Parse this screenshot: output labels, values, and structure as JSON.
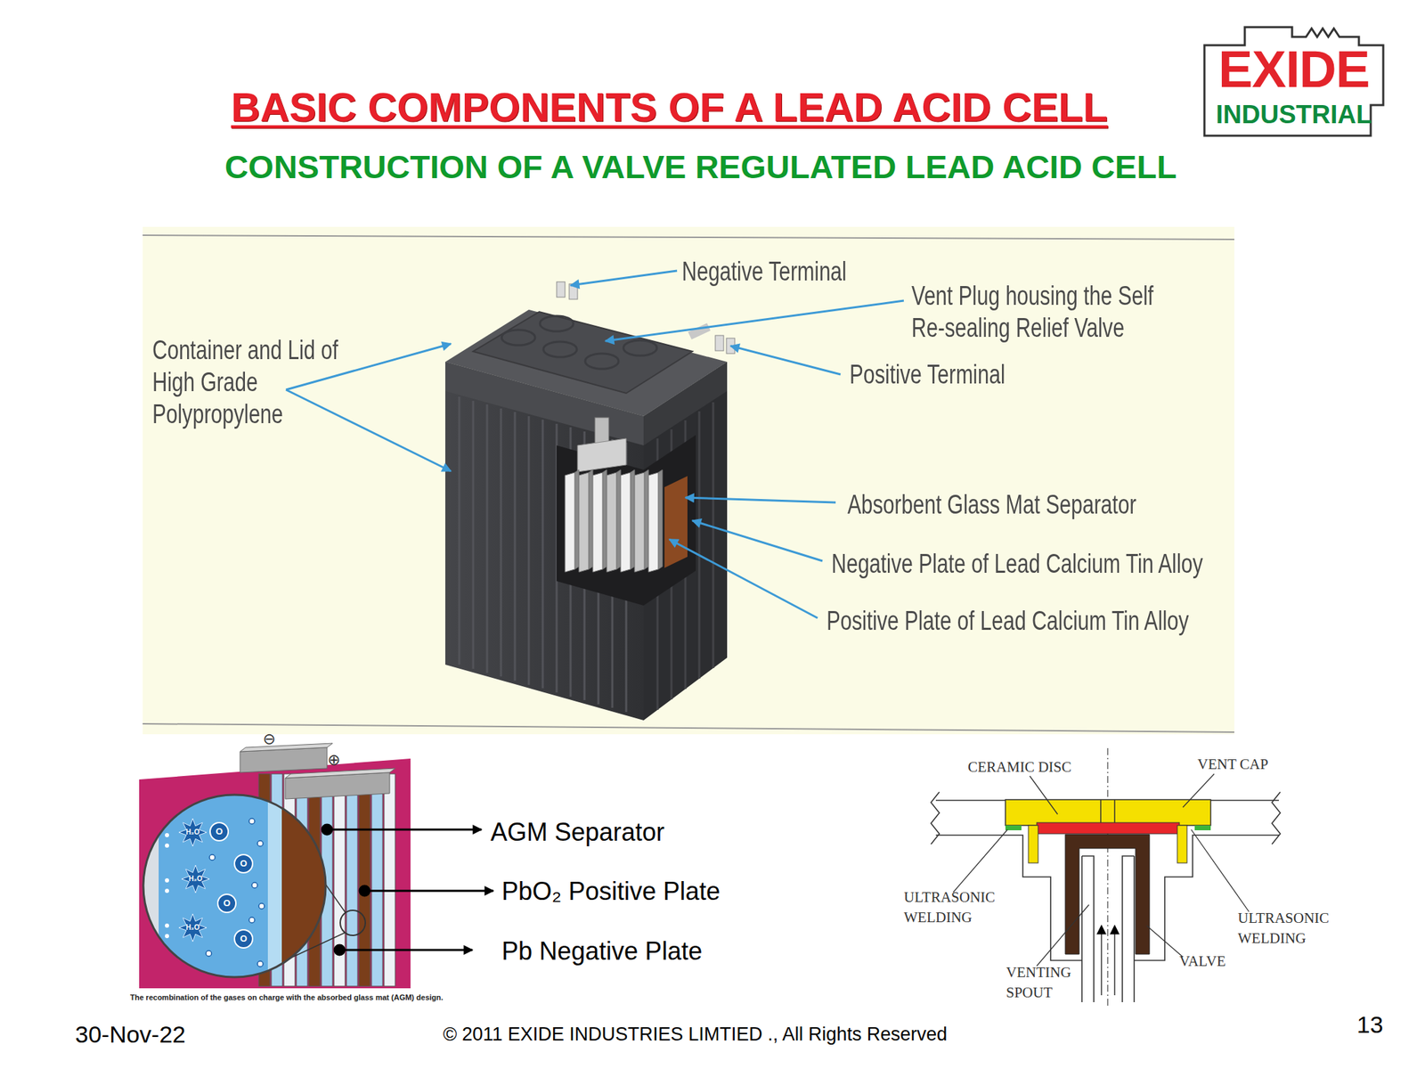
{
  "diagram": {
    "title": "BASIC COMPONENTS OF A LEAD ACID CELL",
    "nodes": [
      {
        "text": [
          "EXIDE",
          "INDUSTRIAL"
        ]
      }
    ],
    "labels": [
      "CONSTRUCTION OF A VALVE REGULATED LEAD ACID CELL",
      "Negative Terminal",
      "Vent Plug housing the Self Re-sealing Relief Valve",
      "Container and Lid of High Grade Polypropylene",
      "Positive Terminal",
      "Absorbent Glass Mat Separator",
      "Negative Plate of Lead Calcium Tin Alloy",
      "Positive Plate of Lead Calcium Tin Alloy",
      "⊖",
      "⊕",
      "H₂O",
      "H₂O",
      "H₂O",
      "O",
      "O",
      "O",
      "O",
      "AGM Separator",
      "PbO₂ Positive Plate",
      "Pb Negative Plate",
      "The recombination of the gases on charge with the absorbed glass mat (AGM) design.",
      "CERAMIC DISC",
      "VENT CAP",
      "ULTRASONIC WELDING",
      "ULTRASONIC WELDING",
      "VALVE",
      "VENTING SPOUT",
      "30-Nov-22",
      "© 2011 EXIDE INDUSTRIES LIMTIED ., All Rights Reserved",
      "13"
    ]
  }
}
